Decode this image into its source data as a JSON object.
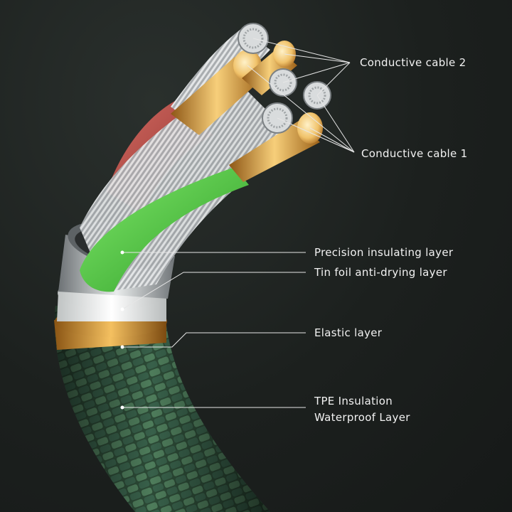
{
  "labels": {
    "conductive_cable_2": "Conductive cable 2",
    "conductive_cable_1": "Conductive cable 1",
    "precision_insulating": "Precision insulating layer",
    "tin_foil": "Tin foil anti-drying layer",
    "elastic": "Elastic layer",
    "tpe_line1": "TPE Insulation",
    "tpe_line2": "Waterproof Layer"
  },
  "colors": {
    "braid": "#3f6a4c",
    "red_wire": "#b54a44",
    "green_wire": "#45c93a",
    "copper": "#e0a94a",
    "tin_foil": "#c9cdcf",
    "elastic_gold": "#d9962a",
    "leader_line": "#e6e6e6"
  }
}
